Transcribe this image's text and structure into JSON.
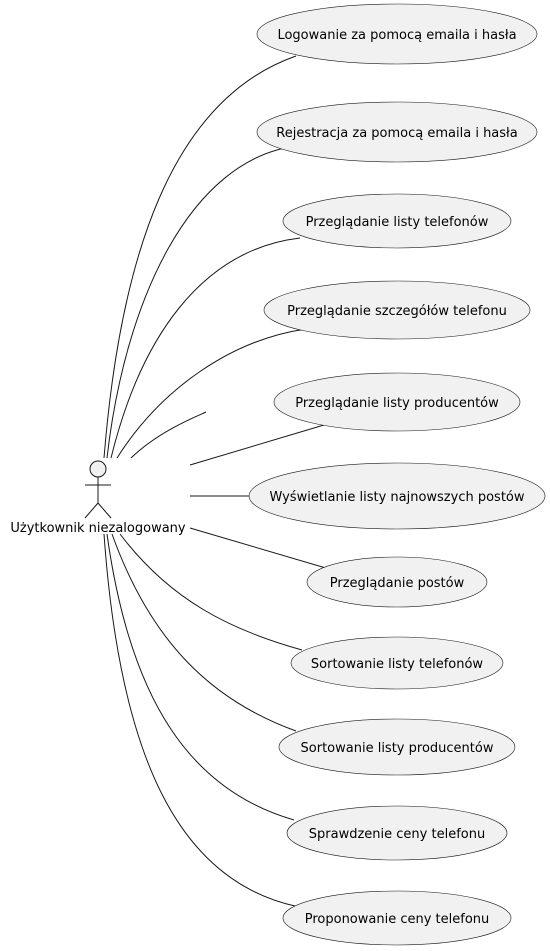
{
  "actor": {
    "name": "Użytkownik niezalogowany"
  },
  "use_cases": [
    "Logowanie za pomocą emaila i hasła",
    "Rejestracja za pomocą emaila i hasła",
    "Przeglądanie listy telefonów",
    "Przeglądanie szczegółów telefonu",
    "Przeglądanie listy producentów",
    "Wyświetlanie listy najnowszych postów",
    "Przeglądanie postów",
    "Sortowanie listy telefonów",
    "Sortowanie listy producentów",
    "Sprawdzenie ceny telefonu",
    "Proponowanie ceny telefonu"
  ]
}
